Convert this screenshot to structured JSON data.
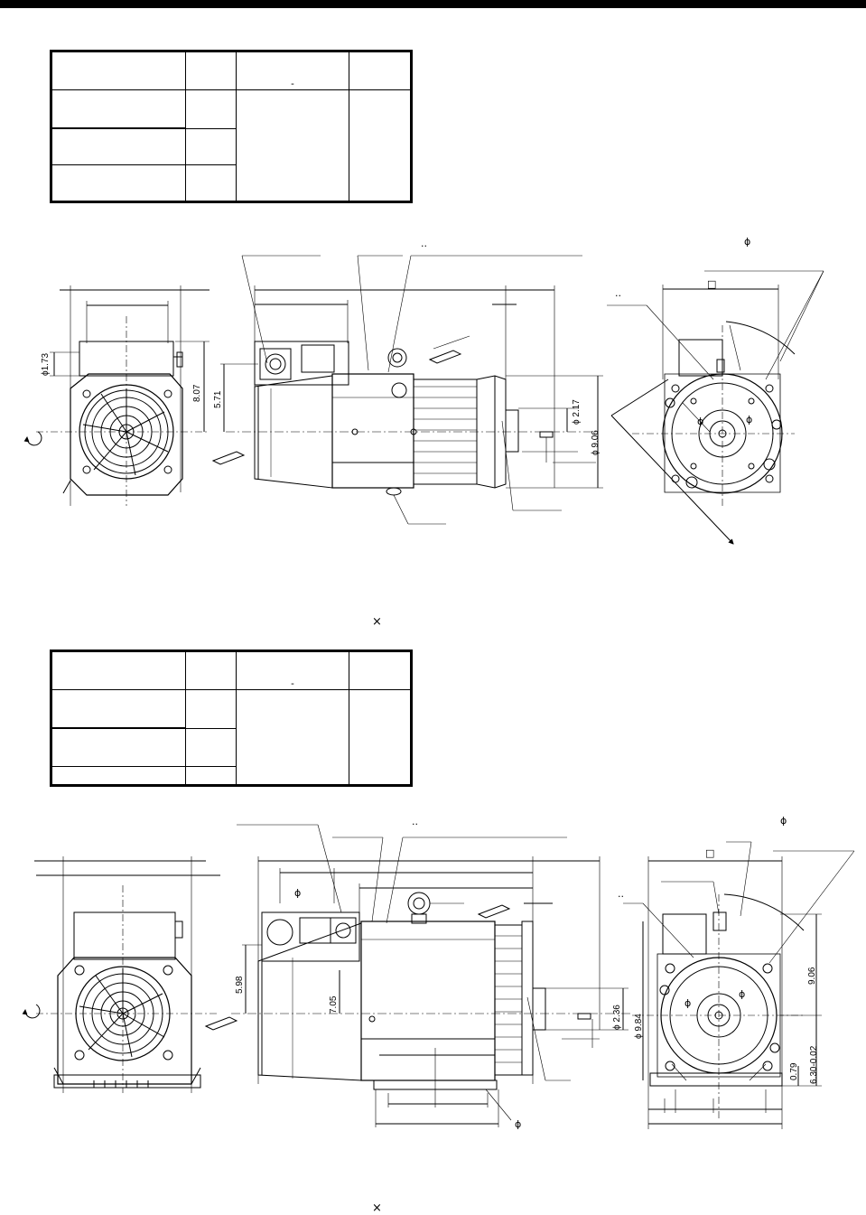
{
  "header": {
    "bar_color": "#000000"
  },
  "figure1": {
    "table": {
      "header_mark": "-"
    },
    "dims": {
      "left_phi": "ϕ1.73",
      "left_height": "8.07",
      "side_height": "5.71",
      "shaft_dia": "ϕ 2.17",
      "flange_dia": "ϕ 9.06"
    },
    "marks": {
      "label_dots_1": "..",
      "label_dots_2": "..",
      "phi_top": "ϕ",
      "square": "□",
      "phi_a": "ϕ",
      "phi_b": "ϕ"
    }
  },
  "times_mark_1": "×",
  "figure2": {
    "table": {
      "header_mark": "-"
    },
    "dims": {
      "side_height_a": "5.98",
      "side_height_b": "7.05",
      "shaft_dia": "ϕ 2.36",
      "flange_dia": "ϕ 9.84",
      "right_height": "9.06",
      "foot_thk": "0.79",
      "center_height": "6.30-0.02"
    },
    "marks": {
      "label_dots_1": "..",
      "label_dots_2": "..",
      "phi_top": "ϕ",
      "square": "□",
      "phi_term": "ϕ",
      "phi_bottom": "ϕ",
      "phi_a": "ϕ",
      "phi_b": "ϕ"
    }
  },
  "times_mark_2": "×"
}
